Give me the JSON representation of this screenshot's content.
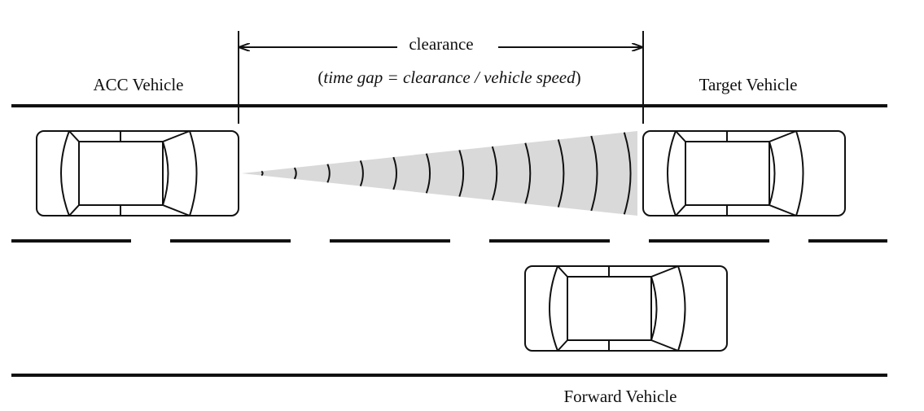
{
  "labels": {
    "acc_vehicle": "ACC Vehicle",
    "target_vehicle": "Target Vehicle",
    "forward_vehicle": "Forward Vehicle",
    "clearance": "clearance",
    "time_gap_open": "(",
    "time_gap_formula": "time gap = clearance / vehicle speed",
    "time_gap_close": ")"
  },
  "colors": {
    "ink": "#111111",
    "radar_fill": "#d9d9d9"
  }
}
